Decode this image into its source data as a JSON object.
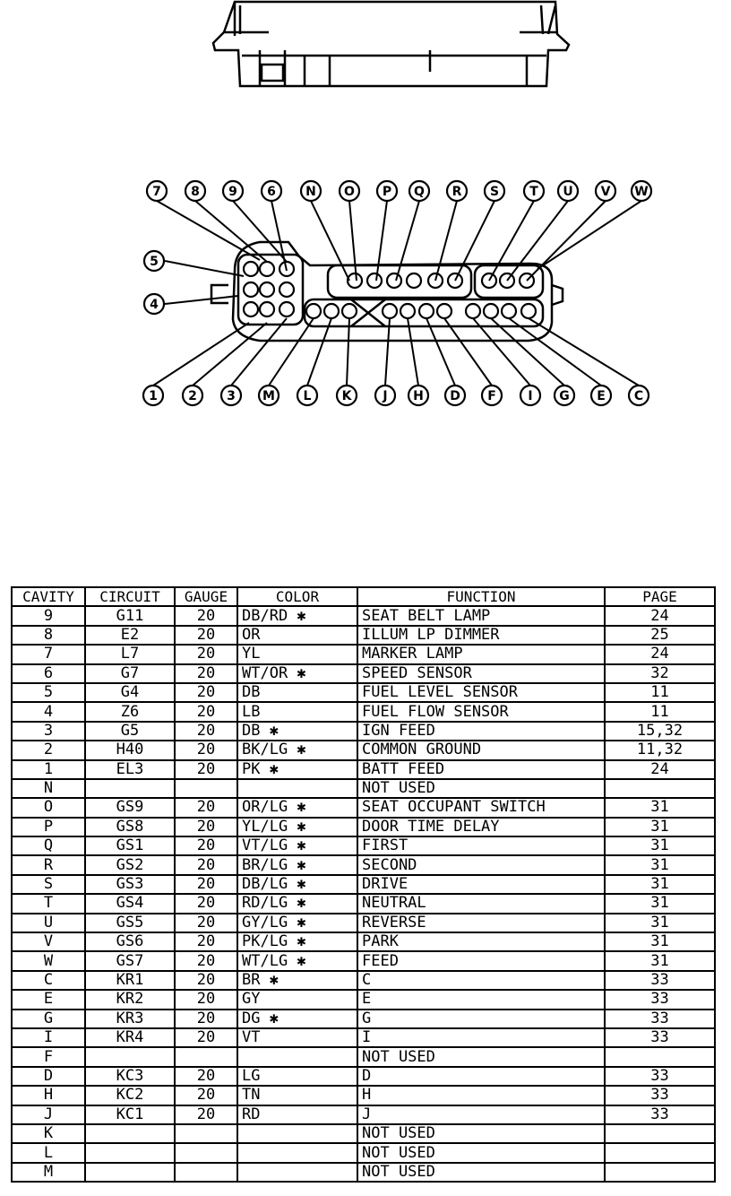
{
  "connector": {
    "top_labels": [
      "7",
      "8",
      "9",
      "6",
      "N",
      "O",
      "P",
      "Q",
      "R",
      "S",
      "T",
      "U",
      "V",
      "W"
    ],
    "side_labels": [
      "5",
      "4"
    ],
    "bottom_labels": [
      "1",
      "2",
      "3",
      "M",
      "L",
      "K",
      "J",
      "H",
      "D",
      "F",
      "I",
      "G",
      "E",
      "C"
    ]
  },
  "table": {
    "headers": [
      "CAVITY",
      "CIRCUIT",
      "GAUGE",
      "COLOR",
      "FUNCTION",
      "PAGE"
    ],
    "rows": [
      {
        "cavity": "9",
        "circuit": "G11",
        "gauge": "20",
        "color": "DB/RD ✱",
        "function": "SEAT BELT LAMP",
        "page": "24"
      },
      {
        "cavity": "8",
        "circuit": "E2",
        "gauge": "20",
        "color": "OR",
        "function": "ILLUM LP DIMMER",
        "page": "25"
      },
      {
        "cavity": "7",
        "circuit": "L7",
        "gauge": "20",
        "color": "YL",
        "function": "MARKER LAMP",
        "page": "24"
      },
      {
        "cavity": "6",
        "circuit": "G7",
        "gauge": "20",
        "color": "WT/OR ✱",
        "function": "SPEED SENSOR",
        "page": "32"
      },
      {
        "cavity": "5",
        "circuit": "G4",
        "gauge": "20",
        "color": "DB",
        "function": "FUEL LEVEL SENSOR",
        "page": "11"
      },
      {
        "cavity": "4",
        "circuit": "Z6",
        "gauge": "20",
        "color": "LB",
        "function": "FUEL FLOW SENSOR",
        "page": "11"
      },
      {
        "cavity": "3",
        "circuit": "G5",
        "gauge": "20",
        "color": "DB ✱",
        "function": "IGN FEED",
        "page": "15,32"
      },
      {
        "cavity": "2",
        "circuit": "H40",
        "gauge": "20",
        "color": "BK/LG ✱",
        "function": "COMMON GROUND",
        "page": "11,32"
      },
      {
        "cavity": "1",
        "circuit": "EL3",
        "gauge": "20",
        "color": "PK ✱",
        "function": "BATT FEED",
        "page": "24"
      },
      {
        "cavity": "N",
        "circuit": "",
        "gauge": "",
        "color": "",
        "function": "NOT USED",
        "page": ""
      },
      {
        "cavity": "O",
        "circuit": "GS9",
        "gauge": "20",
        "color": "OR/LG ✱",
        "function": "SEAT OCCUPANT SWITCH",
        "page": "31"
      },
      {
        "cavity": "P",
        "circuit": "GS8",
        "gauge": "20",
        "color": "YL/LG ✱",
        "function": "DOOR TIME DELAY",
        "page": "31"
      },
      {
        "cavity": "Q",
        "circuit": "GS1",
        "gauge": "20",
        "color": "VT/LG ✱",
        "function": "FIRST",
        "page": "31"
      },
      {
        "cavity": "R",
        "circuit": "GS2",
        "gauge": "20",
        "color": "BR/LG ✱",
        "function": "SECOND",
        "page": "31"
      },
      {
        "cavity": "S",
        "circuit": "GS3",
        "gauge": "20",
        "color": "DB/LG ✱",
        "function": "DRIVE",
        "page": "31"
      },
      {
        "cavity": "T",
        "circuit": "GS4",
        "gauge": "20",
        "color": "RD/LG ✱",
        "function": "NEUTRAL",
        "page": "31"
      },
      {
        "cavity": "U",
        "circuit": "GS5",
        "gauge": "20",
        "color": "GY/LG ✱",
        "function": "REVERSE",
        "page": "31"
      },
      {
        "cavity": "V",
        "circuit": "GS6",
        "gauge": "20",
        "color": "PK/LG ✱",
        "function": "PARK",
        "page": "31"
      },
      {
        "cavity": "W",
        "circuit": "GS7",
        "gauge": "20",
        "color": "WT/LG ✱",
        "function": "FEED",
        "page": "31"
      },
      {
        "cavity": "C",
        "circuit": "KR1",
        "gauge": "20",
        "color": "BR ✱",
        "function": "C",
        "page": "33"
      },
      {
        "cavity": "E",
        "circuit": "KR2",
        "gauge": "20",
        "color": "GY",
        "function": "E",
        "page": "33"
      },
      {
        "cavity": "G",
        "circuit": "KR3",
        "gauge": "20",
        "color": "DG ✱",
        "function": "G",
        "page": "33"
      },
      {
        "cavity": "I",
        "circuit": "KR4",
        "gauge": "20",
        "color": "VT",
        "function": "I",
        "page": "33"
      },
      {
        "cavity": "F",
        "circuit": "",
        "gauge": "",
        "color": "",
        "function": "NOT USED",
        "page": ""
      },
      {
        "cavity": "D",
        "circuit": "KC3",
        "gauge": "20",
        "color": "LG",
        "function": "D",
        "page": "33"
      },
      {
        "cavity": "H",
        "circuit": "KC2",
        "gauge": "20",
        "color": "TN",
        "function": "H",
        "page": "33"
      },
      {
        "cavity": "J",
        "circuit": "KC1",
        "gauge": "20",
        "color": "RD",
        "function": "J",
        "page": "33"
      },
      {
        "cavity": "K",
        "circuit": "",
        "gauge": "",
        "color": "",
        "function": "NOT USED",
        "page": ""
      },
      {
        "cavity": "L",
        "circuit": "",
        "gauge": "",
        "color": "",
        "function": "NOT USED",
        "page": ""
      },
      {
        "cavity": "M",
        "circuit": "",
        "gauge": "",
        "color": "",
        "function": "NOT USED",
        "page": ""
      }
    ]
  }
}
